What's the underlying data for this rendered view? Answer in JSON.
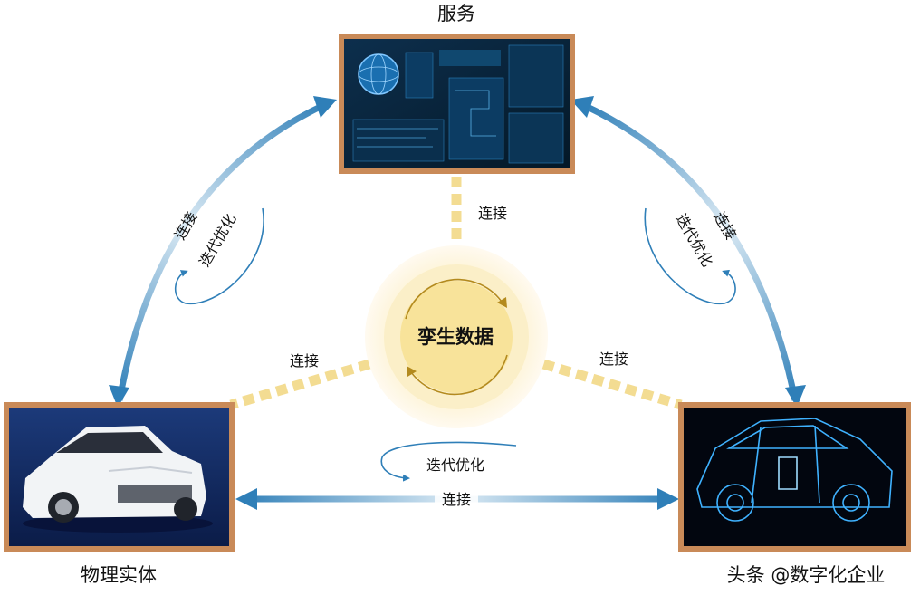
{
  "nodes": {
    "service": {
      "title": "服务"
    },
    "physical": {
      "title": "物理实体"
    },
    "digital": {
      "title": "头条 @数字化企业"
    },
    "center": {
      "title": "孪生数据"
    }
  },
  "links": {
    "center_top": "连接",
    "center_left": "连接",
    "center_right": "连接",
    "left_outer": "连接",
    "left_inner": "迭代优化",
    "right_outer": "连接",
    "right_inner": "迭代优化",
    "bottom_connect": "连接",
    "bottom_iterate": "迭代优化"
  },
  "colors": {
    "arrow": "#2f7fb8",
    "arrow_light": "#d6e8f3",
    "center_fill": "#f8e39a",
    "center_ring": "#fbefc8",
    "dash": "#f3dc92",
    "frame": "#c98a58"
  }
}
